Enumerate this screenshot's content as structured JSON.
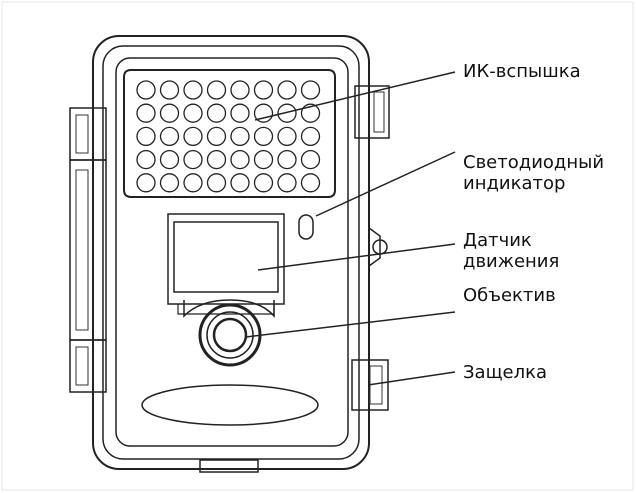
{
  "labels": {
    "ir_flash": "ИК-вспышка",
    "led_indicator_line1": "Светодиодный",
    "led_indicator_line2": "индикатор",
    "motion_sensor_line1": "Датчик",
    "motion_sensor_line2": "движения",
    "lens": "Объектив",
    "latch": "Защелка"
  },
  "ir_led_grid": {
    "rows": 5,
    "cols": 8
  },
  "colors": {
    "stroke": "#222222",
    "background": "#ffffff"
  }
}
